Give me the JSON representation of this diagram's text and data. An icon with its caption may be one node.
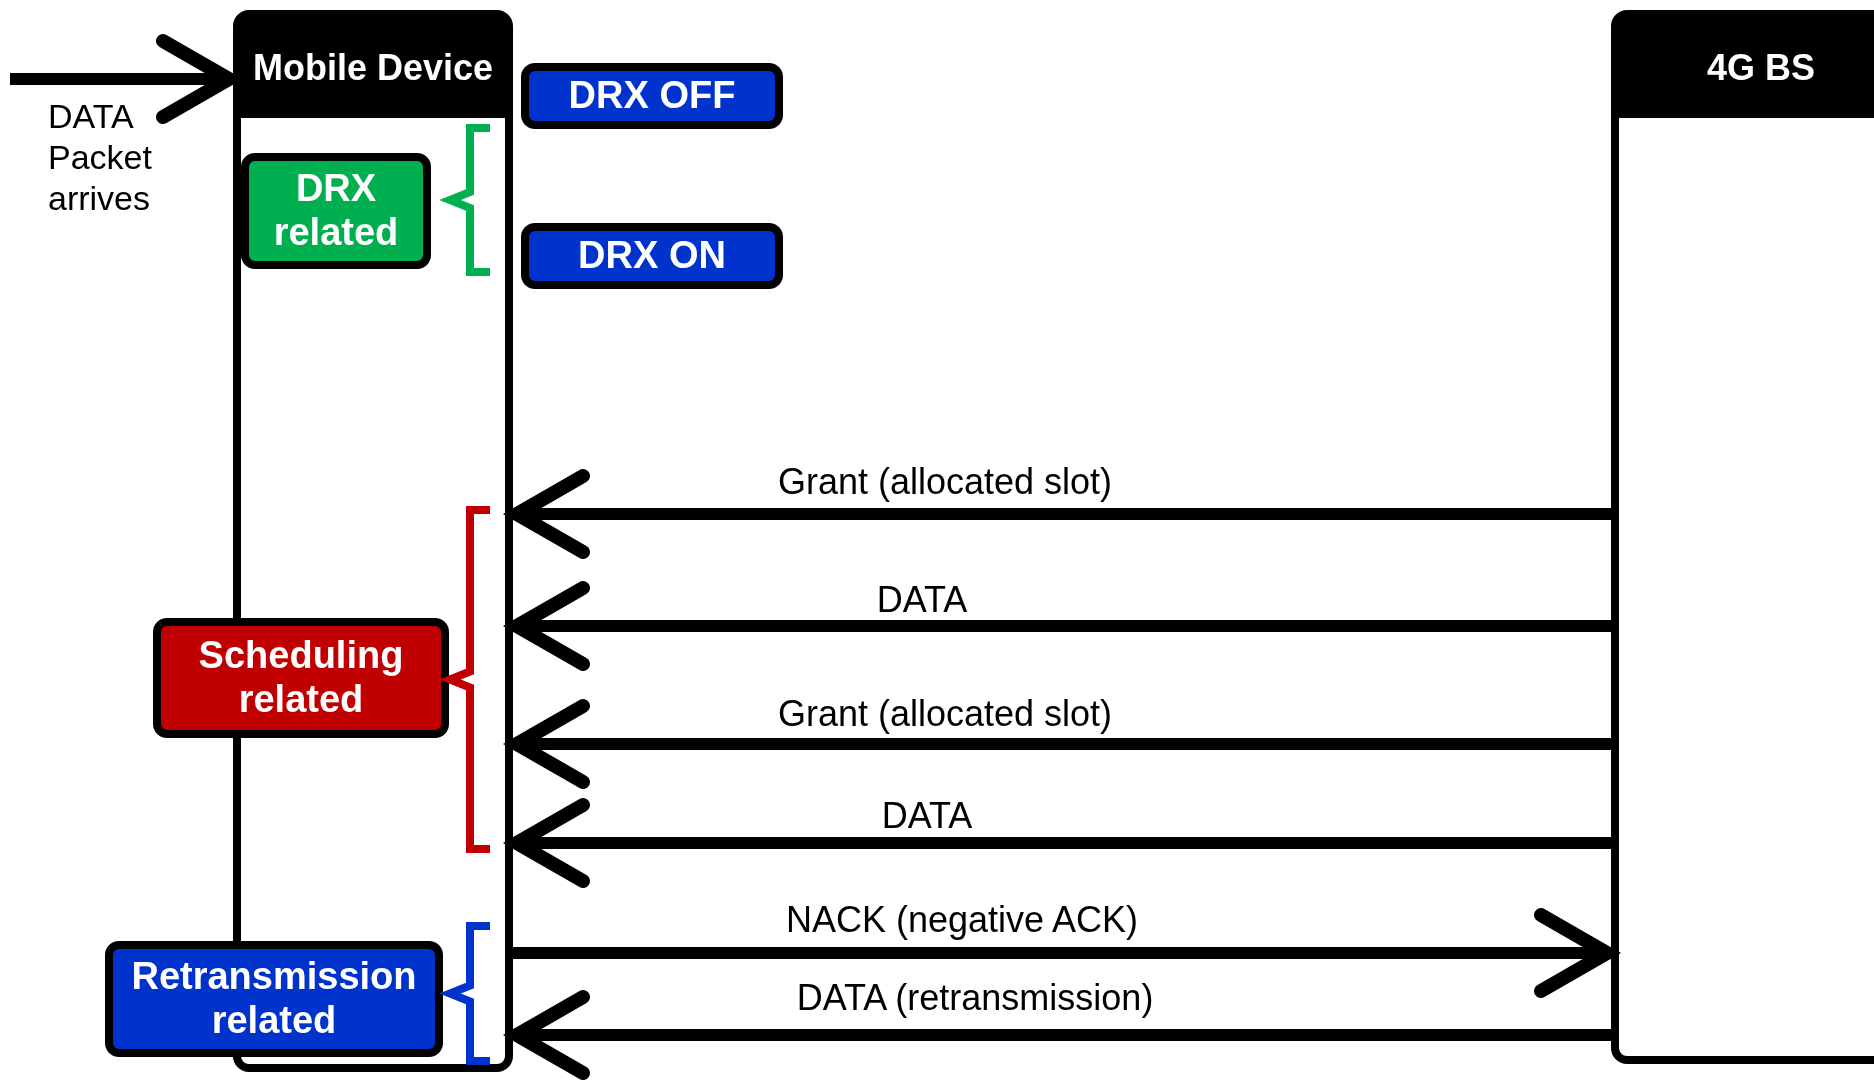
{
  "diagram": {
    "nodes": [
      {
        "text": [
          "Mobile Device"
        ]
      },
      {
        "text": [
          "4G BS"
        ]
      },
      {
        "text": [
          "DRX OFF"
        ]
      },
      {
        "text": [
          "DRX ON"
        ]
      },
      {
        "text": [
          "DRX related"
        ],
        "in": 0
      },
      {
        "text": [
          "Scheduling related"
        ]
      },
      {
        "text": [
          "Retransmission related"
        ]
      }
    ],
    "edges": [
      {
        "from": null,
        "to": 0,
        "arrow": "to"
      },
      {
        "from": 1,
        "to": 0,
        "arrow": "to",
        "label": "Grant (allocated slot)"
      },
      {
        "from": 1,
        "to": 0,
        "arrow": "to",
        "label": "DATA"
      },
      {
        "from": 1,
        "to": 0,
        "arrow": "to",
        "label": "Grant (allocated slot)"
      },
      {
        "from": 1,
        "to": 0,
        "arrow": "to",
        "label": "DATA"
      },
      {
        "from": 0,
        "to": 1,
        "arrow": "to",
        "label": "NACK (negative ACK)"
      },
      {
        "from": 1,
        "to": 0,
        "arrow": "to",
        "label": "DATA (retransmission)"
      }
    ],
    "labels": [
      "DATA Packet arrives"
    ]
  }
}
